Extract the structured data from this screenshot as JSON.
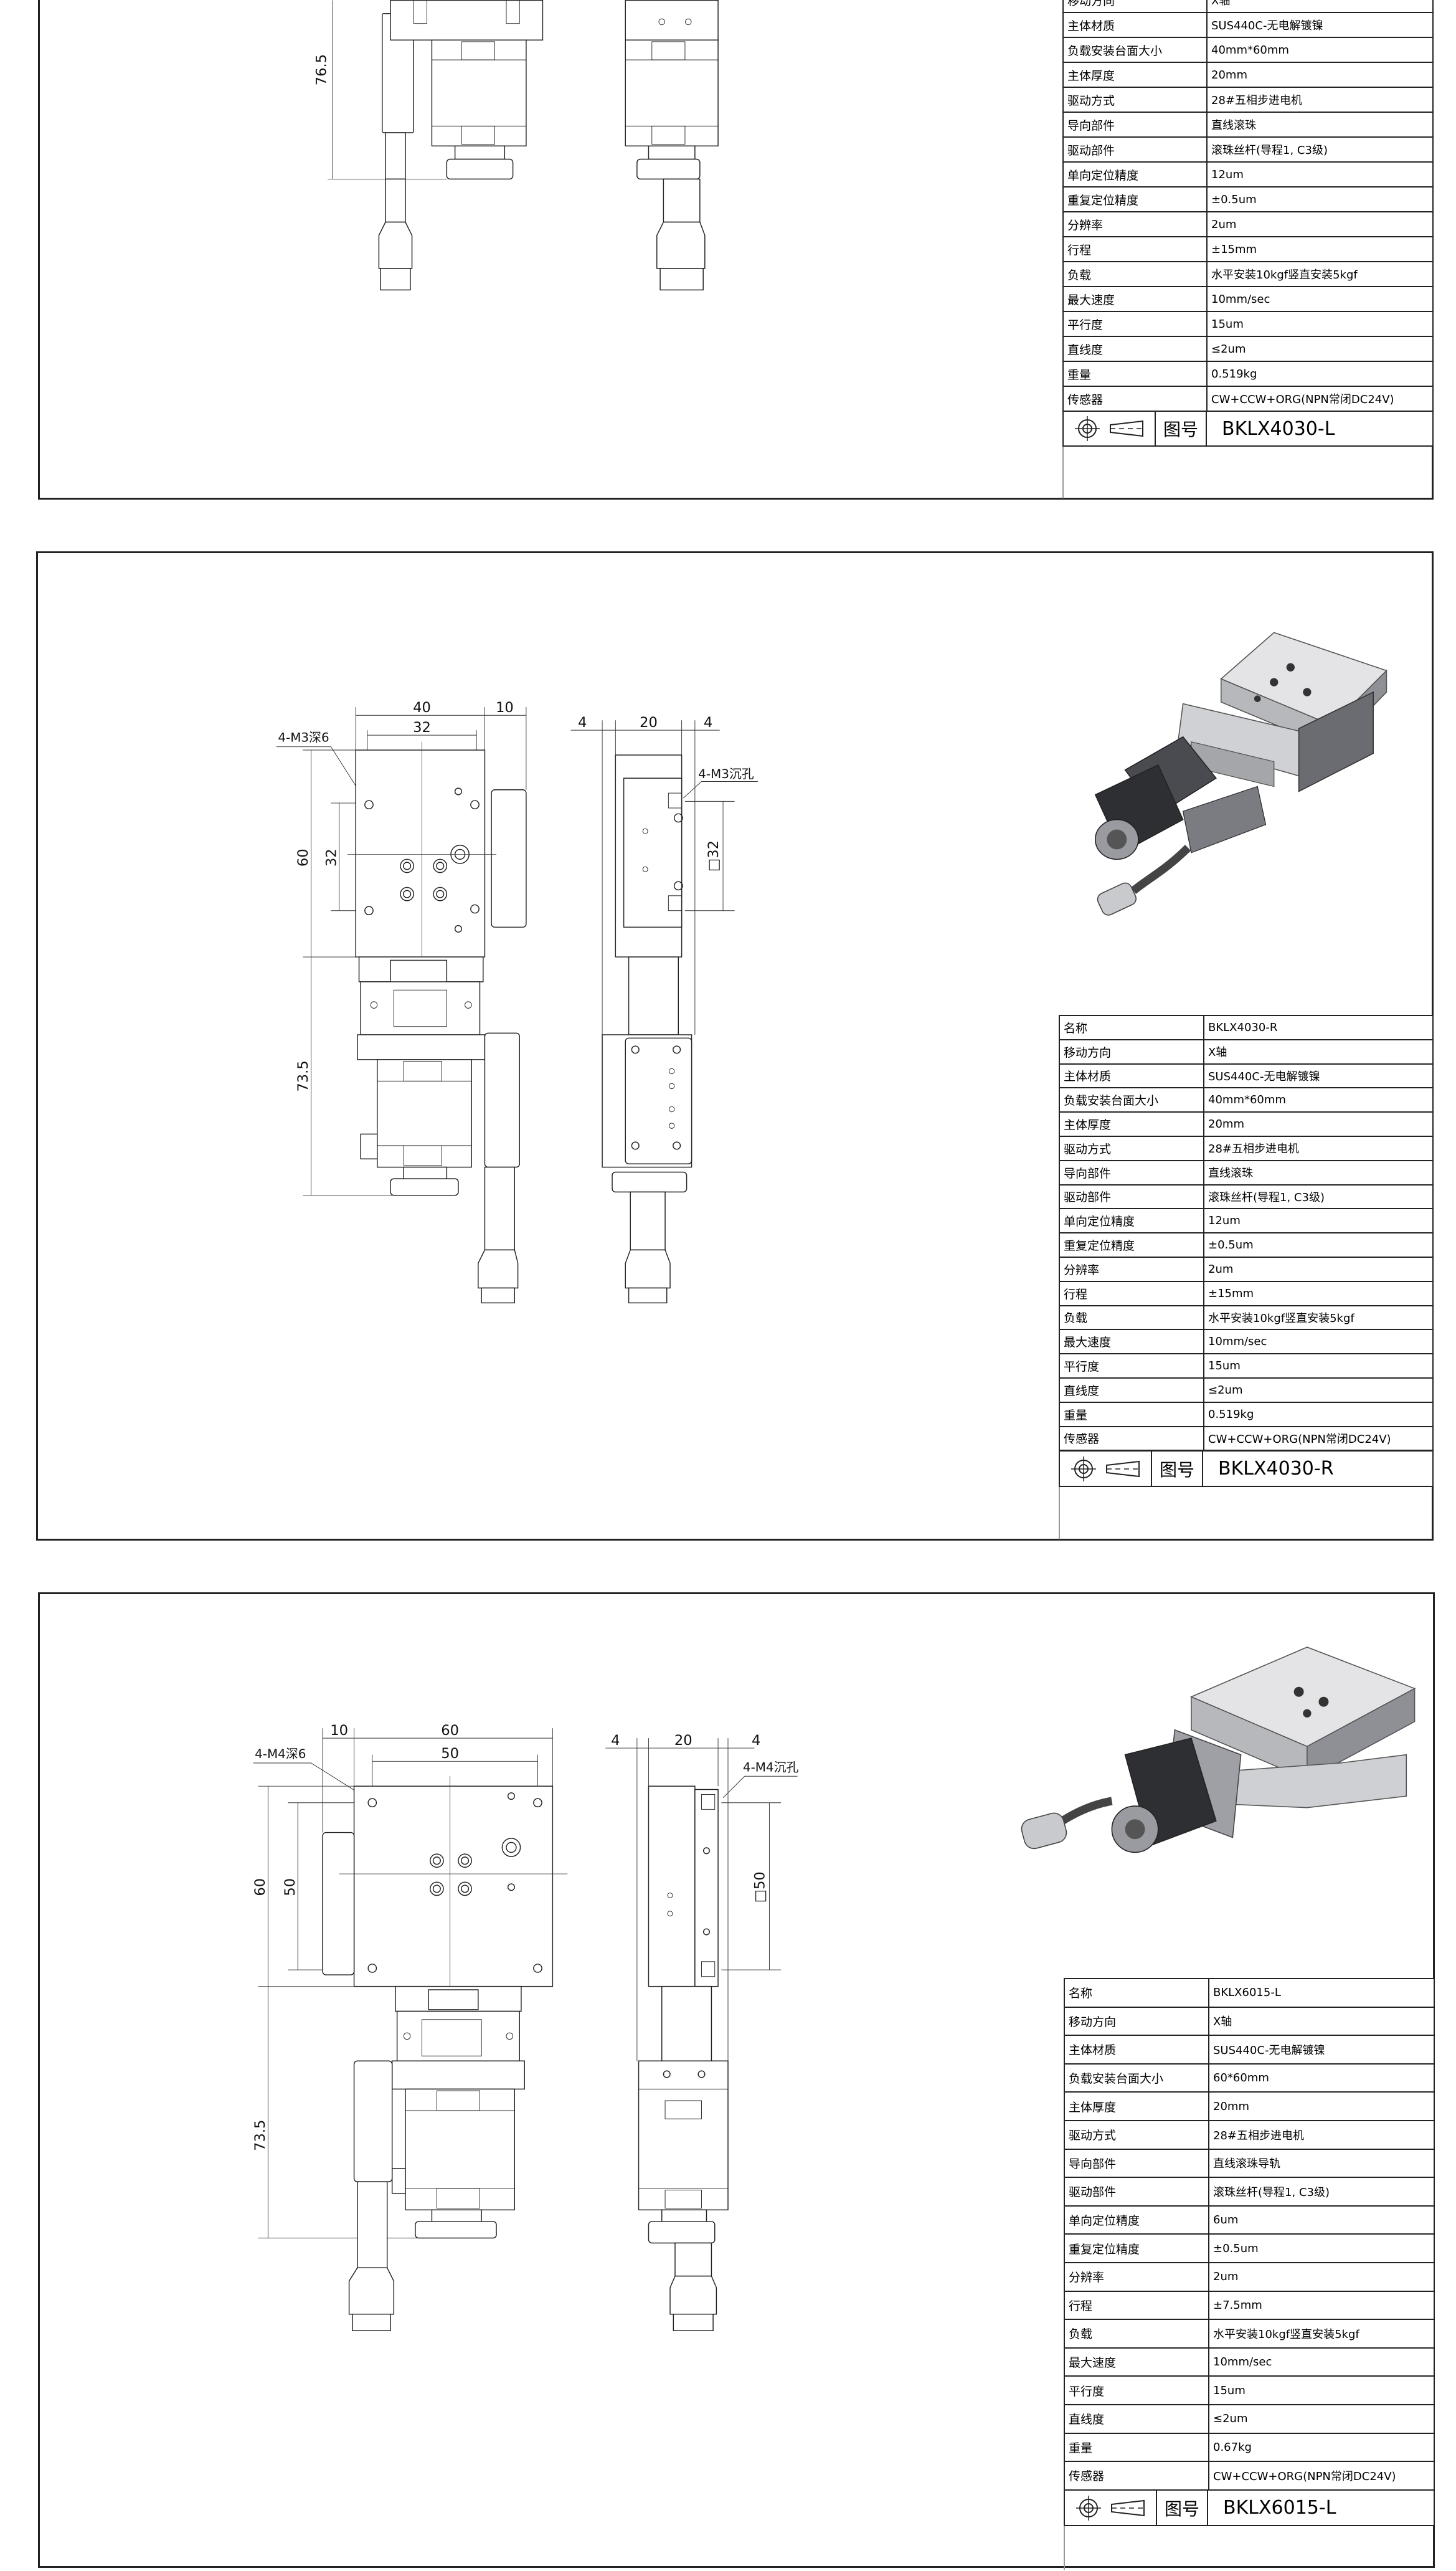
{
  "sheets": [
    {
      "specs": [
        {
          "label": "移动方向",
          "value": "X轴"
        },
        {
          "label": "主体材质",
          "value": "SUS440C-无电解镀镍"
        },
        {
          "label": "负载安装台面大小",
          "value": "40mm*60mm"
        },
        {
          "label": "主体厚度",
          "value": "20mm"
        },
        {
          "label": "驱动方式",
          "value": "28#五相步进电机"
        },
        {
          "label": "导向部件",
          "value": "直线滚珠"
        },
        {
          "label": "驱动部件",
          "value": "滚珠丝杆(导程1, C3级)"
        },
        {
          "label": "单向定位精度",
          "value": "12um"
        },
        {
          "label": "重复定位精度",
          "value": "±0.5um"
        },
        {
          "label": "分辨率",
          "value": "2um"
        },
        {
          "label": "行程",
          "value": "±15mm"
        },
        {
          "label": "负载",
          "value": "水平安装10kgf竖直安装5kgf"
        },
        {
          "label": "最大速度",
          "value": "10mm/sec"
        },
        {
          "label": "平行度",
          "value": "15um"
        },
        {
          "label": "直线度",
          "value": "≤2um"
        },
        {
          "label": "重量",
          "value": "0.519kg"
        },
        {
          "label": "传感器",
          "value": "CW+CCW+ORG(NPN常闭DC24V)"
        }
      ],
      "drawing_no_label": "图号",
      "drawing_no": "BKLX4030-L",
      "dims": {
        "lower_height": "76.5"
      }
    },
    {
      "specs": [
        {
          "label": "名称",
          "value": "BKLX4030-R"
        },
        {
          "label": "移动方向",
          "value": "X轴"
        },
        {
          "label": "主体材质",
          "value": "SUS440C-无电解镀镍"
        },
        {
          "label": "负载安装台面大小",
          "value": "40mm*60mm"
        },
        {
          "label": "主体厚度",
          "value": "20mm"
        },
        {
          "label": "驱动方式",
          "value": "28#五相步进电机"
        },
        {
          "label": "导向部件",
          "value": "直线滚珠"
        },
        {
          "label": "驱动部件",
          "value": "滚珠丝杆(导程1, C3级)"
        },
        {
          "label": "单向定位精度",
          "value": "12um"
        },
        {
          "label": "重复定位精度",
          "value": "±0.5um"
        },
        {
          "label": "分辨率",
          "value": "2um"
        },
        {
          "label": "行程",
          "value": "±15mm"
        },
        {
          "label": "负载",
          "value": "水平安装10kgf竖直安装5kgf"
        },
        {
          "label": "最大速度",
          "value": "10mm/sec"
        },
        {
          "label": "平行度",
          "value": "15um"
        },
        {
          "label": "直线度",
          "value": "≤2um"
        },
        {
          "label": "重量",
          "value": "0.519kg"
        },
        {
          "label": "传感器",
          "value": "CW+CCW+ORG(NPN常闭DC24V)"
        }
      ],
      "drawing_no_label": "图号",
      "drawing_no": "BKLX4030-R",
      "dims": {
        "width": "40",
        "side": "10",
        "hole_span": "32",
        "hole_note": "4-M3深6",
        "height": "60",
        "hole_span_v": "32",
        "lower_height": "73.5",
        "side_left": "4",
        "side_width": "20",
        "side_right": "4",
        "side_note": "4-M3沉孔",
        "side_square": "□32"
      }
    },
    {
      "specs": [
        {
          "label": "名称",
          "value": "BKLX6015-L"
        },
        {
          "label": "移动方向",
          "value": "X轴"
        },
        {
          "label": "主体材质",
          "value": "SUS440C-无电解镀镍"
        },
        {
          "label": "负载安装台面大小",
          "value": "60*60mm"
        },
        {
          "label": "主体厚度",
          "value": "20mm"
        },
        {
          "label": "驱动方式",
          "value": "28#五相步进电机"
        },
        {
          "label": "导向部件",
          "value": "直线滚珠导轨"
        },
        {
          "label": "驱动部件",
          "value": "滚珠丝杆(导程1, C3级)"
        },
        {
          "label": "单向定位精度",
          "value": "6um"
        },
        {
          "label": "重复定位精度",
          "value": "±0.5um"
        },
        {
          "label": "分辨率",
          "value": "2um"
        },
        {
          "label": "行程",
          "value": "±7.5mm"
        },
        {
          "label": "负载",
          "value": "水平安装10kgf竖直安装5kgf"
        },
        {
          "label": "最大速度",
          "value": "10mm/sec"
        },
        {
          "label": "平行度",
          "value": "15um"
        },
        {
          "label": "直线度",
          "value": "≤2um"
        },
        {
          "label": "重量",
          "value": "0.67kg"
        },
        {
          "label": "传感器",
          "value": "CW+CCW+ORG(NPN常闭DC24V)"
        }
      ],
      "drawing_no_label": "图号",
      "drawing_no": "BKLX6015-L",
      "dims": {
        "side": "10",
        "width": "60",
        "hole_span": "50",
        "hole_note": "4-M4深6",
        "height": "60",
        "hole_span_v": "50",
        "lower_height": "73.5",
        "side_left": "4",
        "side_width": "20",
        "side_right": "4",
        "side_note": "4-M4沉孔",
        "side_square": "□50"
      }
    }
  ]
}
